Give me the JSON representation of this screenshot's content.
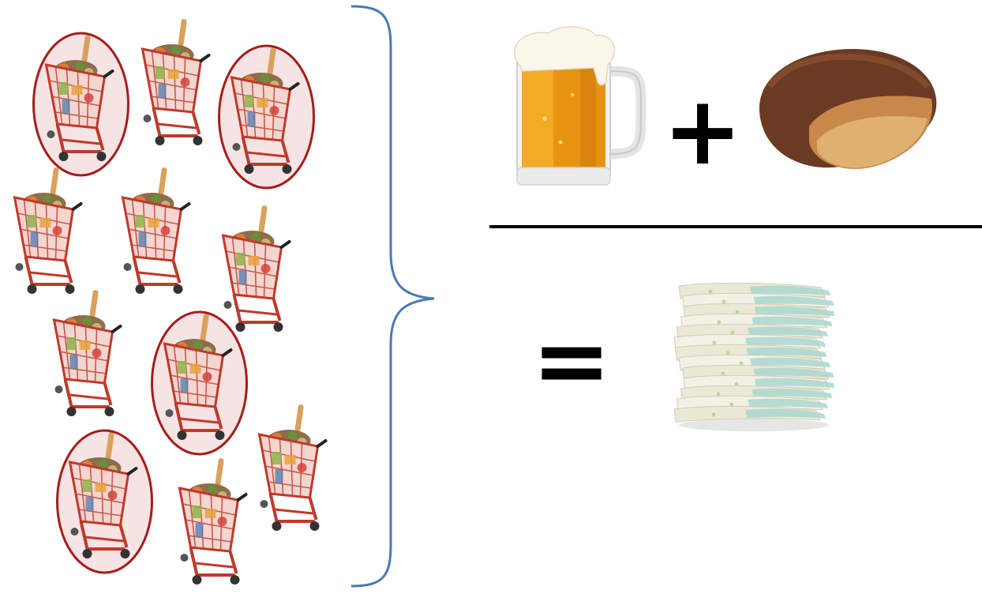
{
  "diagram": {
    "carts": [
      {
        "circled": true
      },
      {
        "circled": false
      },
      {
        "circled": true
      },
      {
        "circled": false
      },
      {
        "circled": false
      },
      {
        "circled": false
      },
      {
        "circled": false
      },
      {
        "circled": true
      },
      {
        "circled": true
      },
      {
        "circled": false
      },
      {
        "circled": false
      }
    ],
    "operators": {
      "plus": "+",
      "equals": "="
    },
    "items": {
      "numerator": [
        "beer-mug",
        "chocolate-cookie"
      ],
      "denominator": [
        "diaper-stack"
      ]
    },
    "colors": {
      "brace": "#4a78b8",
      "circle": "#a61c1c",
      "cart": "#c0392b",
      "fraction_line": "#000000"
    }
  }
}
